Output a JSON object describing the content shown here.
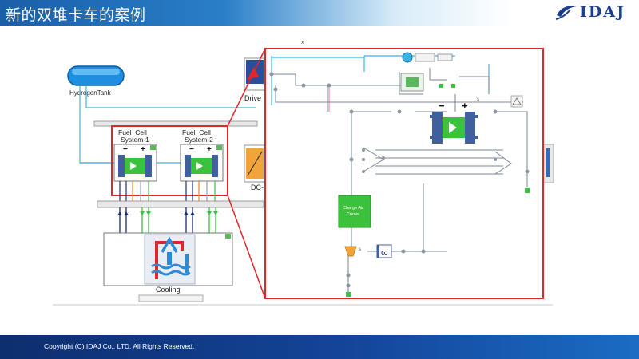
{
  "header": {
    "title": "新的双堆卡车的案例",
    "logo_text": "IDAJ",
    "logo_icon": "idaj-swoosh-icon"
  },
  "diagram": {
    "hydrogen_tank_label": "HydrogenTank",
    "fc1_label_line1": "Fuel_Cell_",
    "fc1_label_line2": "System-1",
    "fc2_label_line1": "Fuel_Cell_",
    "fc2_label_line2": "System-2",
    "minus_sign": "−",
    "plus_sign": "+",
    "cooling_label": "Cooling",
    "drive_label": "Drive",
    "dc_label": "DC-",
    "zoom_marker": "x",
    "charge_air_cooler_line1": "Charge Air",
    "charge_air_cooler_line2": "Cooler",
    "omega_symbol": "ω",
    "small_s": "s"
  },
  "colors": {
    "accent_red": "#e0262a",
    "fuel_green": "#3cc13c",
    "cell_blue": "#3f5f9f",
    "line_cyan": "#38b4e0",
    "line_navy": "#1e2d6e"
  },
  "footer": {
    "copyright": "Copyright (C)  IDAJ Co., LTD. All Rights Reserved."
  }
}
